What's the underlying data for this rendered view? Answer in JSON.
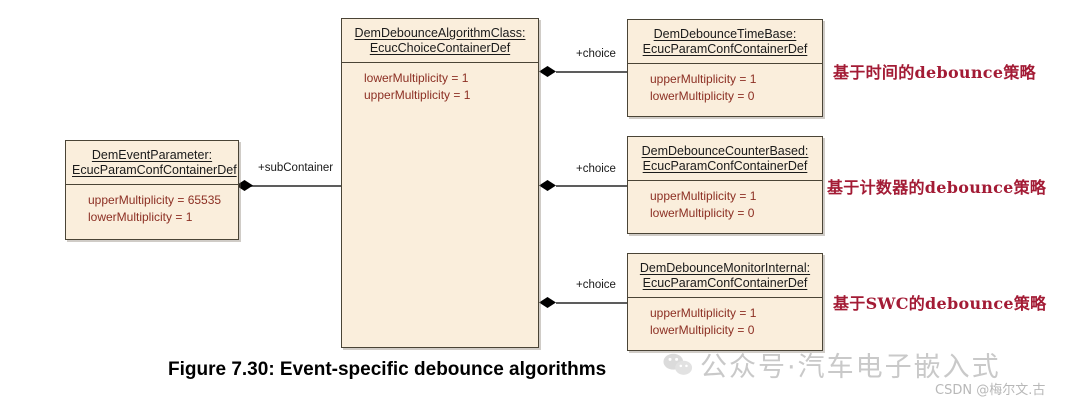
{
  "figure": {
    "caption": "Figure 7.30: Event-specific debounce algorithms",
    "background_color": "#ffffff",
    "box_fill_color": "#faeedc",
    "box_border_color": "#4a4436",
    "attribute_text_color": "#8c2f23",
    "annotation_color": "#a31b35"
  },
  "boxes": {
    "event_parameter": {
      "title_line1": "DemEventParameter:",
      "title_line2": "EcucParamConfContainerDef",
      "attributes": [
        "upperMultiplicity = 65535",
        "lowerMultiplicity = 1"
      ]
    },
    "algorithm_class": {
      "title_line1": "DemDebounceAlgorithmClass:",
      "title_line2": "EcucChoiceContainerDef",
      "attributes": [
        "lowerMultiplicity = 1",
        "upperMultiplicity = 1"
      ]
    },
    "time_base": {
      "title_line1": "DemDebounceTimeBase:",
      "title_line2": "EcucParamConfContainerDef",
      "attributes": [
        "upperMultiplicity = 1",
        "lowerMultiplicity = 0"
      ]
    },
    "counter_based": {
      "title_line1": "DemDebounceCounterBased:",
      "title_line2": "EcucParamConfContainerDef",
      "attributes": [
        "upperMultiplicity = 1",
        "lowerMultiplicity = 0"
      ]
    },
    "monitor_internal": {
      "title_line1": "DemDebounceMonitorInternal:",
      "title_line2": "EcucParamConfContainerDef",
      "attributes": [
        "upperMultiplicity = 1",
        "lowerMultiplicity = 0"
      ]
    }
  },
  "connectors": {
    "sub_container": "+subContainer",
    "choice_time_base": "+choice",
    "choice_counter_based": "+choice",
    "choice_monitor_internal": "+choice"
  },
  "annotations": {
    "time_base": "基于时间的debounce策略",
    "counter_based": "基于计数器的debounce策略",
    "monitor_internal": "基于SWC的debounce策略"
  },
  "watermark": {
    "main": "公众号·汽车电子嵌入式",
    "sub": "CSDN @梅尔文.古"
  }
}
